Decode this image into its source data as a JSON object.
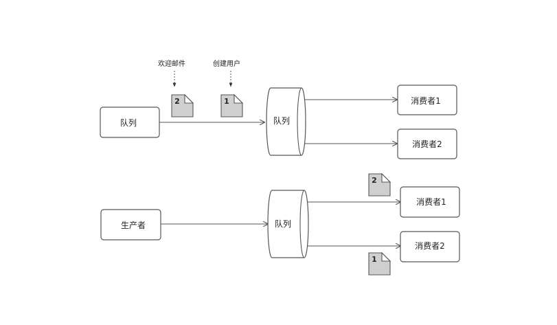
{
  "diagram": {
    "top": {
      "source_label": "队列",
      "queue_label": "队列",
      "consumer1_label": "消费者1",
      "consumer2_label": "消费者2",
      "message_welcome_label": "欢迎邮件",
      "message_create_user_label": "创建用户",
      "doc_welcome_number": "2",
      "doc_create_user_number": "1"
    },
    "bottom": {
      "producer_label": "生产者",
      "queue_label": "队列",
      "consumer1_label": "消费者1",
      "consumer2_label": "消费者2",
      "doc_to_consumer1_number": "2",
      "doc_to_consumer2_number": "1"
    }
  }
}
